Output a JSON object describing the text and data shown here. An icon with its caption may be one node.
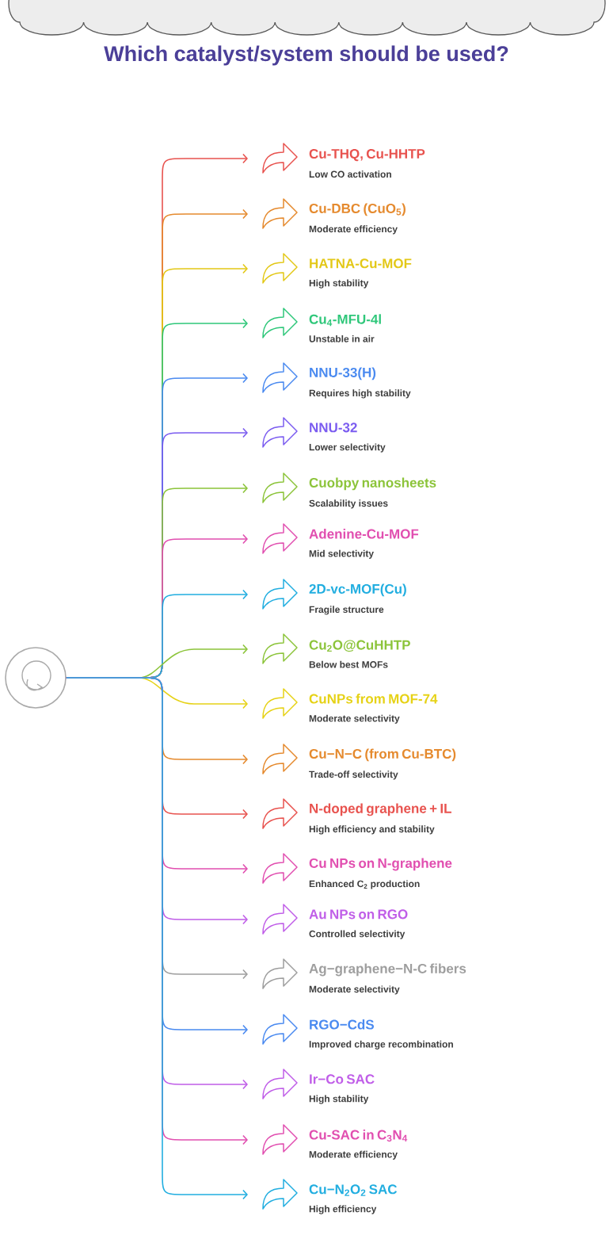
{
  "diagram": {
    "title": "Which catalyst/system should be used?",
    "nodes": [
      {
        "text": [],
        "shape": "circle"
      },
      {
        "text": [
          "Cu-THQ, Cu-HHTP",
          "Low CO activation"
        ]
      },
      {
        "text": [
          "Cu-DBC (CuO$_{5}$)",
          "Moderate efficiency"
        ]
      },
      {
        "text": [
          "HATNA-Cu-MOF",
          "High stability"
        ]
      },
      {
        "text": [
          "Cu$_{4}$-MFU-4l",
          "Unstable in air"
        ]
      },
      {
        "text": [
          "NNU-33(H)",
          "Requires high stability"
        ]
      },
      {
        "text": [
          "NNU-32",
          "Lower selectivity"
        ]
      },
      {
        "text": [
          "Cuobpy nanosheets",
          "Scalability issues"
        ]
      },
      {
        "text": [
          "Adenine-Cu-MOF",
          "Mid selectivity"
        ]
      },
      {
        "text": [
          "2D-vc-MOF(Cu)",
          "Fragile structure"
        ]
      },
      {
        "text": [
          "Cu$_{2}$O@CuHHTP",
          "Below best MOFs"
        ]
      },
      {
        "text": [
          "CuNPs from MOF-74",
          "Moderate selectivity"
        ]
      },
      {
        "text": [
          "Cu−N−C (from Cu-BTC)",
          "Trade-off selectivity"
        ]
      },
      {
        "text": [
          "N-doped graphene + IL",
          "High efficiency and stability"
        ]
      },
      {
        "text": [
          "Cu NPs on N-graphene",
          "Enhanced C$_{2}$ production"
        ]
      },
      {
        "text": [
          "Au NPs on RGO",
          "Controlled selectivity"
        ]
      },
      {
        "text": [
          "Ag−graphene−N-C fibers",
          "Moderate selectivity"
        ]
      },
      {
        "text": [
          "RGO−CdS",
          "Improved charge recombination"
        ]
      },
      {
        "text": [
          "Ir−Co SAC",
          "High stability"
        ]
      },
      {
        "text": [
          "Cu-SAC in C$_{3}$N$_{4}$",
          "Moderate efficiency"
        ]
      },
      {
        "text": [
          "Cu−N$_{2}$O$_{2}$ SAC",
          "High efficiency"
        ]
      }
    ],
    "edges": [
      {
        "from": 0,
        "to": 1,
        "arrow": "to",
        "color": "#e8534f"
      },
      {
        "from": 0,
        "to": 2,
        "arrow": "to",
        "color": "#e58a2e"
      },
      {
        "from": 0,
        "to": 3,
        "arrow": "to",
        "color": "#e3c817"
      },
      {
        "from": 0,
        "to": 4,
        "arrow": "to",
        "color": "#2fc77a"
      },
      {
        "from": 0,
        "to": 5,
        "arrow": "to",
        "color": "#4a8af0"
      },
      {
        "from": 0,
        "to": 6,
        "arrow": "to",
        "color": "#7b5cf0"
      },
      {
        "from": 0,
        "to": 7,
        "arrow": "to",
        "color": "#8cc43a"
      },
      {
        "from": 0,
        "to": 8,
        "arrow": "to",
        "color": "#e14fb0"
      },
      {
        "from": 0,
        "to": 9,
        "arrow": "to",
        "color": "#22aee0"
      },
      {
        "from": 0,
        "to": 10,
        "arrow": "to",
        "color": "#8cc43a"
      },
      {
        "from": 0,
        "to": 11,
        "arrow": "to",
        "color": "#e6d216"
      },
      {
        "from": 0,
        "to": 12,
        "arrow": "to",
        "color": "#e58a2e"
      },
      {
        "from": 0,
        "to": 13,
        "arrow": "to",
        "color": "#e8534f"
      },
      {
        "from": 0,
        "to": 14,
        "arrow": "to",
        "color": "#e14fb0"
      },
      {
        "from": 0,
        "to": 15,
        "arrow": "to",
        "color": "#c05ee8"
      },
      {
        "from": 0,
        "to": 16,
        "arrow": "to",
        "color": "#9e9e9e"
      },
      {
        "from": 0,
        "to": 17,
        "arrow": "to",
        "color": "#4a8af0"
      },
      {
        "from": 0,
        "to": 18,
        "arrow": "to",
        "color": "#c05ee8"
      },
      {
        "from": 0,
        "to": 19,
        "arrow": "to",
        "color": "#e14fb0"
      },
      {
        "from": 0,
        "to": 20,
        "arrow": "to",
        "color": "#22aee0"
      }
    ]
  }
}
